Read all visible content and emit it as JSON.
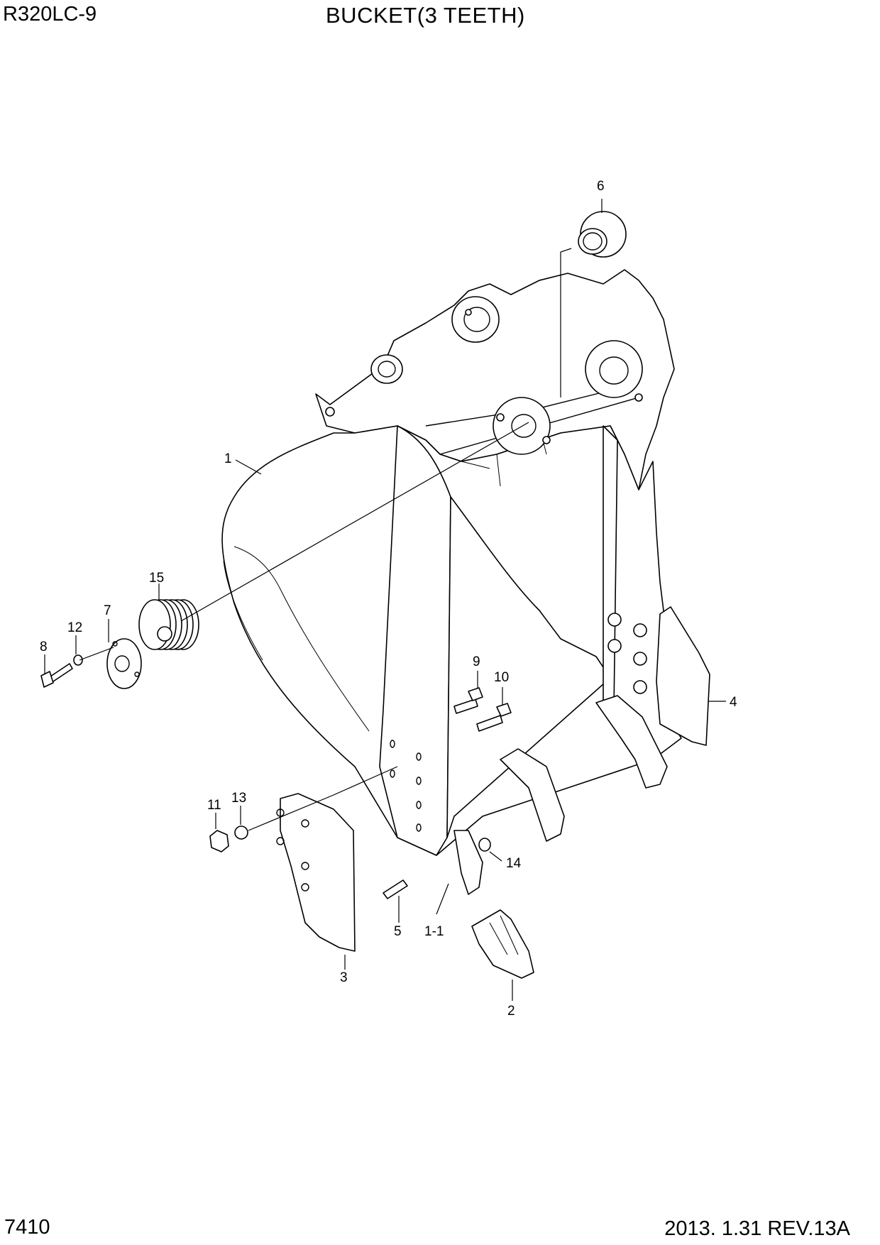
{
  "header": {
    "model": "R320LC-9",
    "title": "BUCKET(3 TEETH)"
  },
  "footer": {
    "page_number": "7410",
    "revision": "2013. 1.31  REV.13A"
  },
  "callouts": {
    "c1": "1",
    "c1_1": "1-1",
    "c2": "2",
    "c3": "3",
    "c4": "4",
    "c5": "5",
    "c6": "6",
    "c7": "7",
    "c8": "8",
    "c9": "9",
    "c10": "10",
    "c11": "11",
    "c12": "12",
    "c13": "13",
    "c14": "14",
    "c15": "15"
  }
}
